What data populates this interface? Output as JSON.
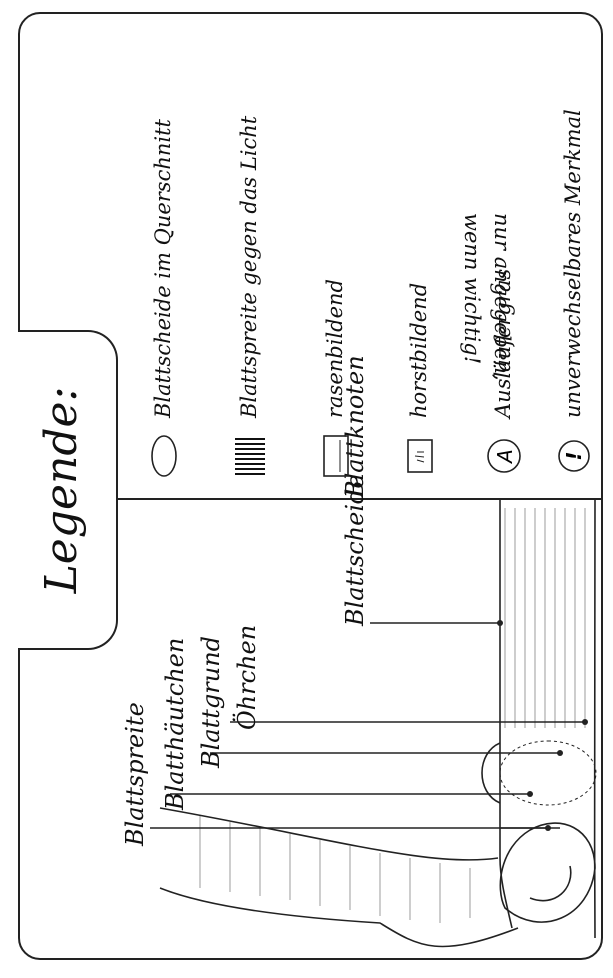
{
  "legend": {
    "title": "Legende:",
    "items": [
      {
        "icon": "ellipse-cross-section-icon",
        "text": "Blattscheide im Querschnitt"
      },
      {
        "icon": "vertical-lines-icon",
        "text": "Blattspreite gegen das Licht"
      },
      {
        "icon": "rasen-box-icon",
        "text": "rasenbildend"
      },
      {
        "icon": "horst-box-icon",
        "text": "horstbildend"
      },
      {
        "icon": "circled-a-icon",
        "symbol": "A",
        "text": "Ausläufergras"
      },
      {
        "icon": "circled-exclamation-icon",
        "symbol": "!",
        "text": "unverwechselbares Merkmal"
      }
    ],
    "note_line1": "nur angegeben,",
    "note_line2": "wenn wichtig!"
  },
  "diagram": {
    "labels": [
      "Blattspreite",
      "Blatthäutchen",
      "Blattgrund",
      "Öhrchen",
      "Blattscheide",
      "Blattknoten"
    ]
  }
}
